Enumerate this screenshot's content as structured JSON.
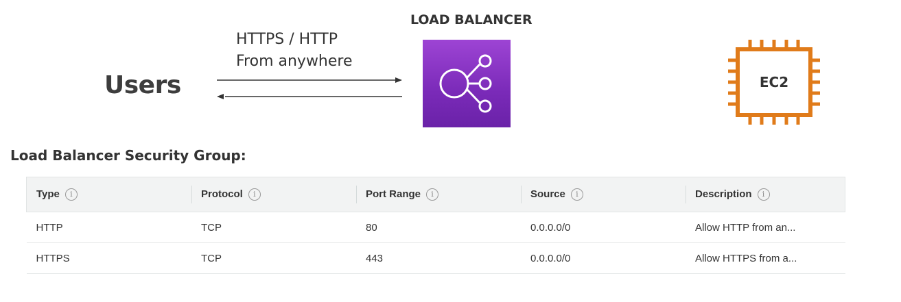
{
  "diagram": {
    "users_label": "Users",
    "protocol_line1": "HTTPS / HTTP",
    "protocol_line2": "From anywhere",
    "load_balancer_title": "LOAD BALANCER",
    "ec2_label": "EC2",
    "colors": {
      "load_balancer": "#8c3cc8",
      "ec2": "#e07b1a"
    },
    "icons": [
      "load-balancer-icon",
      "ec2-chip-icon"
    ]
  },
  "security_group": {
    "title": "Load Balancer Security Group:",
    "columns": [
      "Type",
      "Protocol",
      "Port Range",
      "Source",
      "Description"
    ],
    "rows": [
      [
        "HTTP",
        "TCP",
        "80",
        "0.0.0.0/0",
        "Allow HTTP from an..."
      ],
      [
        "HTTPS",
        "TCP",
        "443",
        "0.0.0.0/0",
        "Allow HTTPS from a..."
      ]
    ]
  }
}
